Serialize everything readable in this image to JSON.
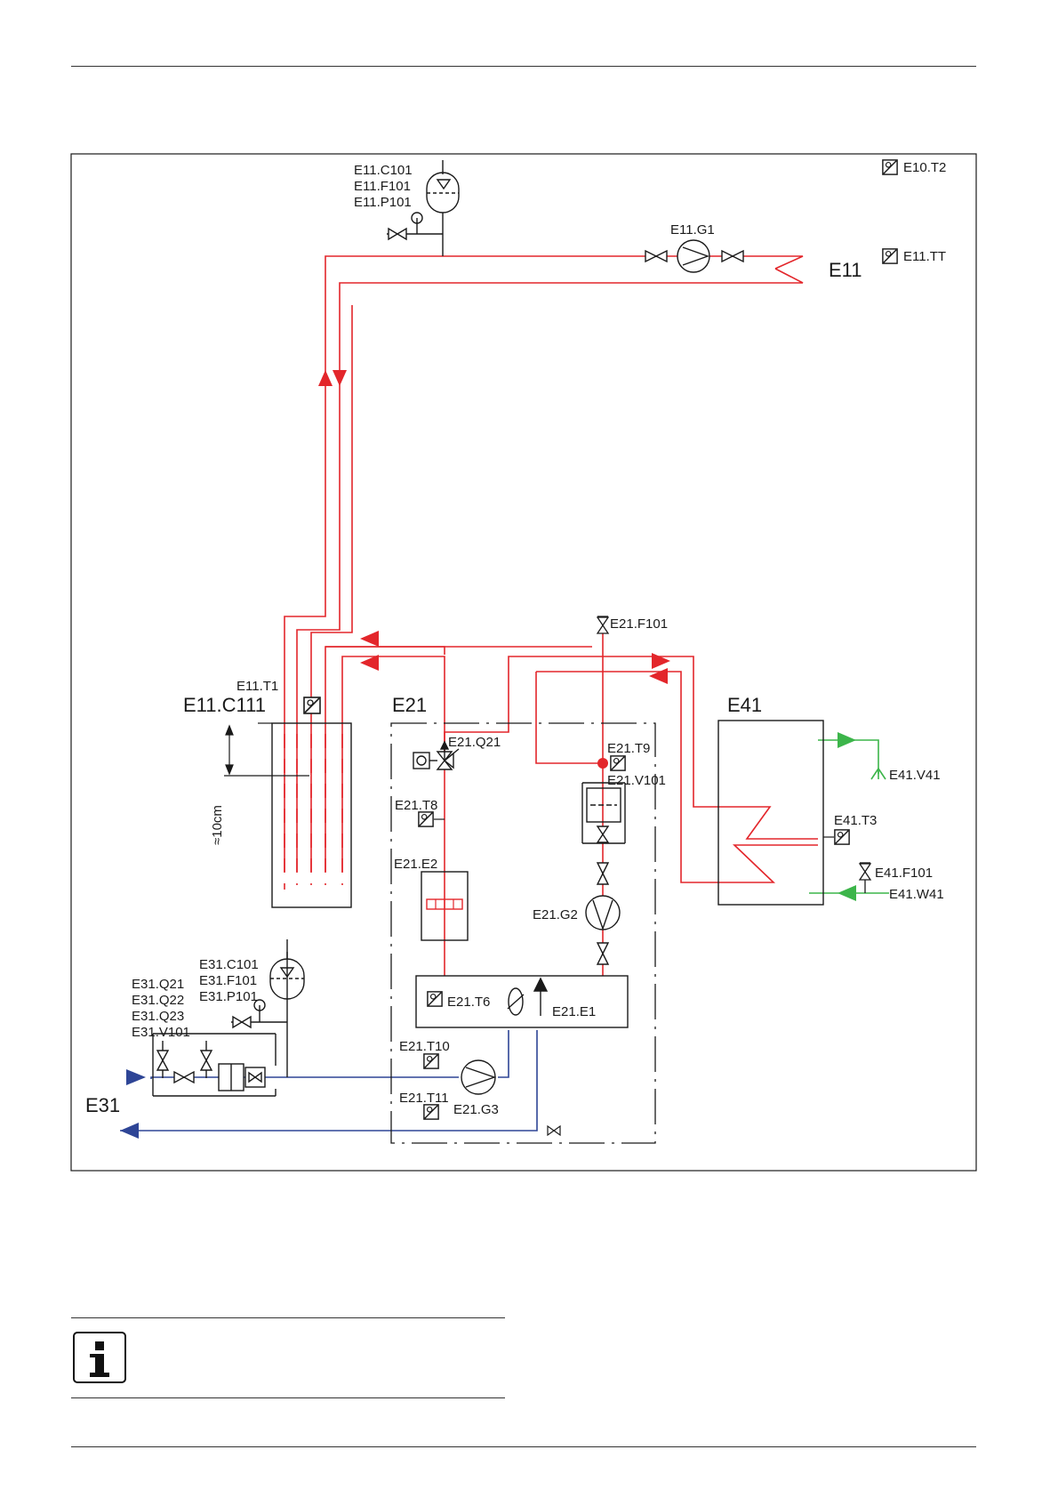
{
  "colors": {
    "heating_flow": "#e3262b",
    "cold_water": "#2e4596",
    "ventilation": "#3cb54a",
    "line": "#1a1a1a"
  },
  "diagram": {
    "expansion_labels_top": [
      "E11.C101",
      "E11.F101",
      "E11.P101"
    ],
    "pump_e11_g1": "E11.G1",
    "circuit_e11": "E11",
    "sensor_e10_t2": "E10.T2",
    "sensor_e11_tt": "E11.TT",
    "tank_e11_c111": "E11.C111",
    "sensor_e11_t1": "E11.T1",
    "distance_mark": "≈10cm",
    "unit_e21": "E21",
    "valve_e21_q21": "E21.Q21",
    "vent_e21_f101": "E21.F101",
    "sensor_e21_t9": "E21.T9",
    "vessel_e21_v101": "E21.V101",
    "sensor_e21_t8": "E21.T8",
    "heater_e21_e2": "E21.E2",
    "pump_e21_g2": "E21.G2",
    "sensor_e21_t6": "E21.T6",
    "compressor_e21_e1": "E21.E1",
    "sensor_e21_t10": "E21.T10",
    "sensor_e21_t11": "E21.T11",
    "pump_e21_g3": "E21.G3",
    "brine_labels_mid": [
      "E31.C101",
      "E31.F101",
      "E31.P101"
    ],
    "brine_labels_left": [
      "E31.Q21",
      "E31.Q22",
      "E31.Q23",
      "E31.V101"
    ],
    "circuit_e31": "E31",
    "tank_e41": "E41",
    "outlet_e41_v41": "E41.V41",
    "sensor_e41_t3": "E41.T3",
    "vent_e41_f101": "E41.F101",
    "inlet_e41_w41": "E41.W41"
  }
}
